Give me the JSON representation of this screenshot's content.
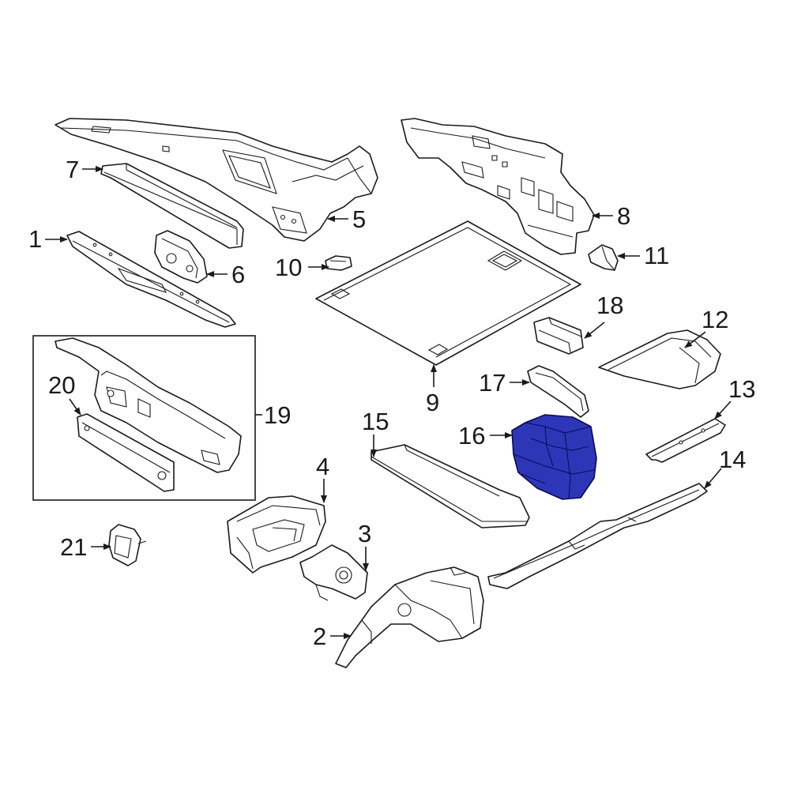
{
  "highlight_color": "#2e36b8",
  "callouts": [
    {
      "id": "1",
      "label": "1"
    },
    {
      "id": "2",
      "label": "2"
    },
    {
      "id": "3",
      "label": "3"
    },
    {
      "id": "4",
      "label": "4"
    },
    {
      "id": "5",
      "label": "5"
    },
    {
      "id": "6",
      "label": "6"
    },
    {
      "id": "7",
      "label": "7"
    },
    {
      "id": "8",
      "label": "8"
    },
    {
      "id": "9",
      "label": "9"
    },
    {
      "id": "10",
      "label": "10"
    },
    {
      "id": "11",
      "label": "11"
    },
    {
      "id": "12",
      "label": "12"
    },
    {
      "id": "13",
      "label": "13"
    },
    {
      "id": "14",
      "label": "14"
    },
    {
      "id": "15",
      "label": "15"
    },
    {
      "id": "16",
      "label": "16"
    },
    {
      "id": "17",
      "label": "17"
    },
    {
      "id": "18",
      "label": "18"
    },
    {
      "id": "19",
      "label": "19"
    },
    {
      "id": "20",
      "label": "20"
    },
    {
      "id": "21",
      "label": "21"
    }
  ],
  "highlighted_part": "16"
}
